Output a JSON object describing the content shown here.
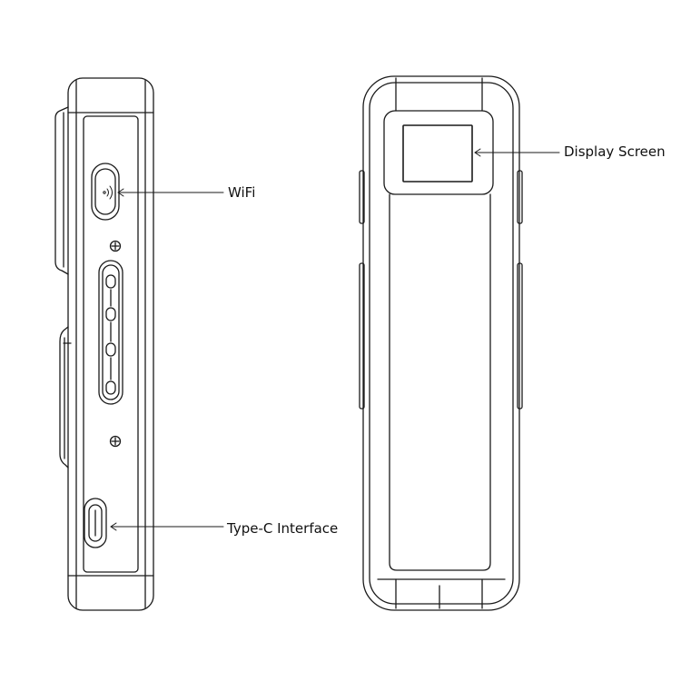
{
  "callouts": {
    "wifi": "WiFi",
    "type_c": "Type-C Interface",
    "display": "Display Screen"
  },
  "colors": {
    "stroke": "#1a1a1a",
    "background": "#ffffff"
  }
}
